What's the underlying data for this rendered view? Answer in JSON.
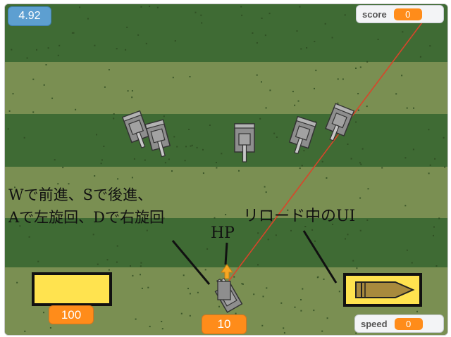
{
  "hud": {
    "timer": "4.92",
    "score_label": "score",
    "score_value": "0",
    "speed_label": "speed",
    "speed_value": "0",
    "hp_value": "100",
    "ammo_value": "10"
  },
  "annotations": {
    "controls_line1": "Wで前進、Sで後進、",
    "controls_line2": "Aで左旋回、Dで右旋回",
    "hp_label": "HP",
    "reload_label": "リロード中のUI"
  },
  "colors": {
    "grass_dark": "#3f6b34",
    "grass_light": "#7a8f52",
    "hud_orange": "#ff8c1a",
    "hp_yellow": "#ffe34f",
    "laser_red": "#d8452a"
  },
  "icons": {
    "player": "player-tank-icon",
    "enemy": "enemy-tank-icon",
    "bullet": "bullet-icon",
    "arrow": "up-arrow-icon"
  }
}
